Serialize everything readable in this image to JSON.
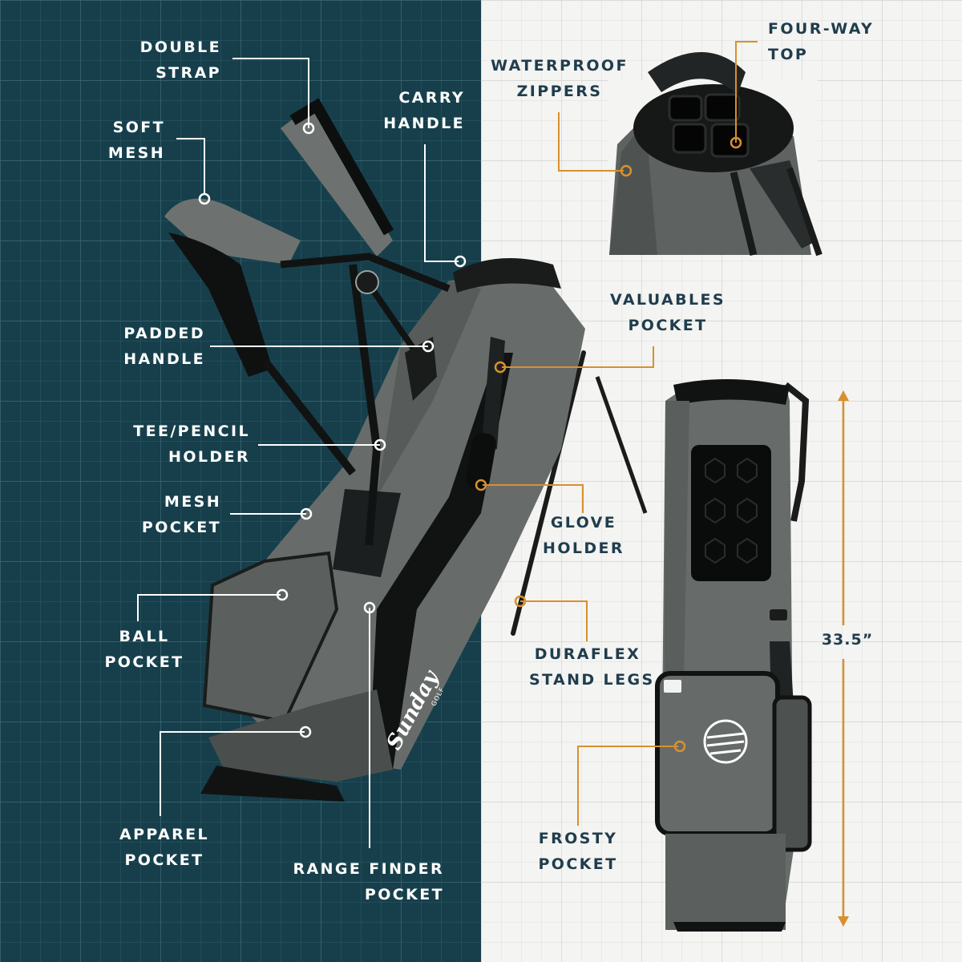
{
  "callouts": {
    "double_strap": [
      "DOUBLE",
      "STRAP"
    ],
    "soft_mesh": [
      "SOFT",
      "MESH"
    ],
    "carry_handle": [
      "CARRY",
      "HANDLE"
    ],
    "padded_handle": [
      "PADDED",
      "HANDLE"
    ],
    "tee_pencil_holder": [
      "TEE/PENCIL",
      "HOLDER"
    ],
    "mesh_pocket": [
      "MESH",
      "POCKET"
    ],
    "ball_pocket": [
      "BALL",
      "POCKET"
    ],
    "apparel_pocket": [
      "APPAREL",
      "POCKET"
    ],
    "range_finder_pocket": [
      "RANGE FINDER",
      "POCKET"
    ],
    "waterproof_zippers": [
      "WATERPROOF",
      "ZIPPERS"
    ],
    "four_way_top": [
      "FOUR-WAY",
      "TOP"
    ],
    "valuables_pocket": [
      "VALUABLES",
      "POCKET"
    ],
    "glove_holder": [
      "GLOVE",
      "HOLDER"
    ],
    "duraflex_stand_legs": [
      "DURAFLEX",
      "STAND LEGS"
    ],
    "frosty_pocket": [
      "FROSTY",
      "POCKET"
    ]
  },
  "dimension": {
    "height_label": "33.5”"
  },
  "brand": {
    "wordmark": "Sunday",
    "sub": "GOLF"
  },
  "colors": {
    "left_panel": "#163f4b",
    "right_panel": "#f4f4f2",
    "leader_white": "#ffffff",
    "leader_orange": "#d8902e",
    "bag_gray": "#676c6a",
    "text_dark": "#1f3d4d"
  }
}
